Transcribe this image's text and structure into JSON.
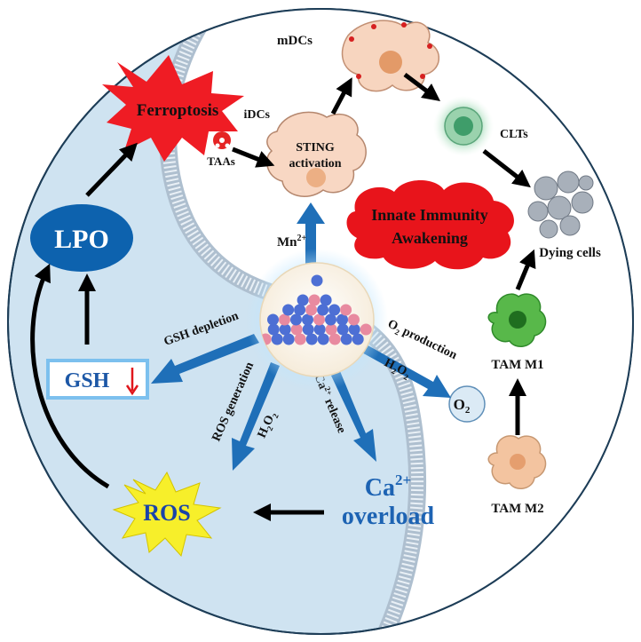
{
  "labels": {
    "ferroptosis": "Ferroptosis",
    "mdcs": "mDCs",
    "idcs": "iDCs",
    "taas": "TAAs",
    "sting_line1": "STING",
    "sting_line2": "activation",
    "clts": "CLTs",
    "innate_line1": "Innate Immunity",
    "innate_line2": "Awakening",
    "dying_cells": "Dying cells",
    "lpo": "LPO",
    "gsh": "GSH",
    "gsh_depletion": "GSH depletion",
    "ros_generation": "ROS generation",
    "h2o2_ros": "H",
    "ca_release_sup": "2+",
    "ca_release": "Ca",
    "ca_release_rest": " release",
    "o2_production_main": "O",
    "o2_production_rest": " production",
    "h2o2_o2": "H",
    "o2_circle": "O",
    "tam_m1": "TAM M1",
    "tam_m2": "TAM M2",
    "mn": "Mn",
    "mn_sup": "2+",
    "ros": "ROS",
    "ca_overload_base": "Ca",
    "ca_overload_sup": "2+",
    "ca_overload_line2": "overload",
    "sub_2": "2",
    "o_letter": "O"
  },
  "colors": {
    "outer_disk": "#cfe3f1",
    "inner_white": "#ffffff",
    "membrane": "#b9c8d6",
    "arrow_blue": "#1f6fb8",
    "lpo_fill": "#0d62ae",
    "ferroptosis_red": "#ef1c24",
    "cloud_red": "#e8141b",
    "ros_yellow": "#f7ef2a",
    "ros_text": "#1a44a8",
    "ca_text": "#1d63b3",
    "gsh_text": "#1c57a6",
    "nano_blue": "#4d6fd4",
    "nano_pink": "#e88aa0",
    "green_cell": "#49b249",
    "tam_m2": "#f3c4a0"
  }
}
